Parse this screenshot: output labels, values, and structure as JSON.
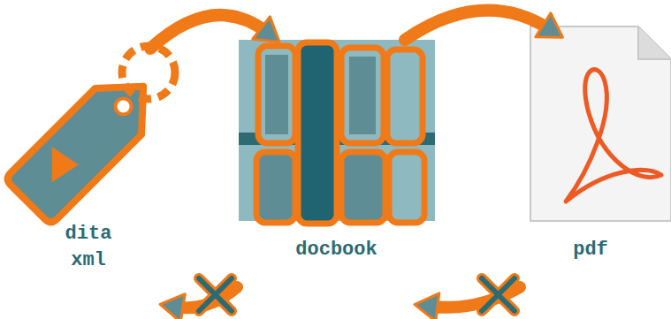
{
  "diagram": {
    "nodes": [
      {
        "text": [
          "dita xml"
        ]
      },
      {
        "text": [
          "docbook"
        ]
      },
      {
        "text": [
          "pdf"
        ]
      }
    ],
    "edges": [
      {
        "from": 0,
        "to": 1,
        "arrow": "to"
      },
      {
        "from": 1,
        "to": 2,
        "arrow": "to"
      },
      {
        "from": 1,
        "to": 0,
        "arrow": "to"
      },
      {
        "from": 2,
        "to": 1,
        "arrow": "to"
      }
    ]
  }
}
